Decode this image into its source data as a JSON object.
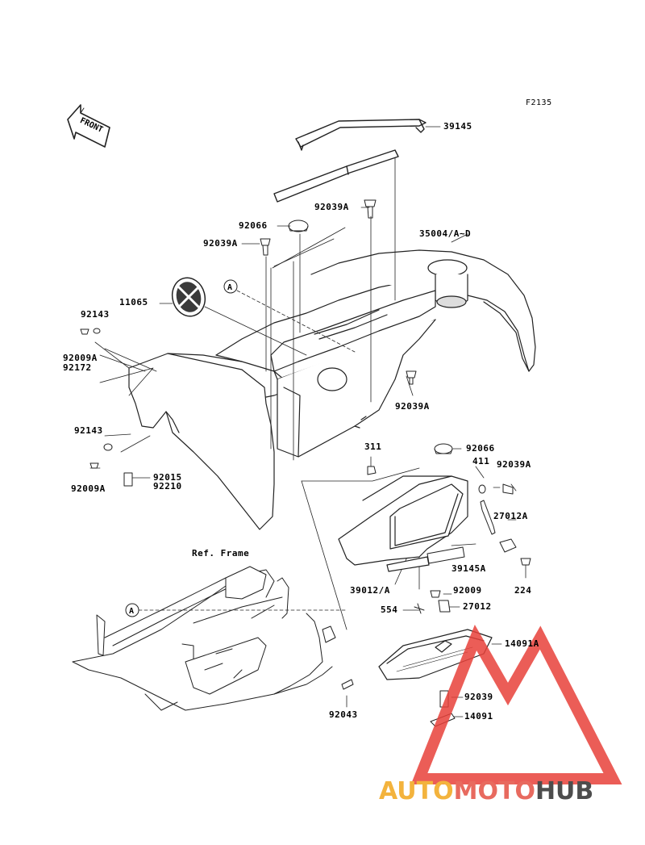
{
  "figure_code": "F2135",
  "front_label": "FRONT",
  "ref_label": "Ref. Frame",
  "callout_letter": "A",
  "callouts": {
    "p39145": "39145",
    "p92039A_1": "92039A",
    "p92066_1": "92066",
    "p35004": "35004/A~D",
    "p92039A_2": "92039A",
    "p11065": "11065",
    "p92143_1": "92143",
    "p92009A_1": "92009A",
    "p92172": "92172",
    "p92039A_3": "92039A",
    "p92143_2": "92143",
    "p92009A_2": "92009A",
    "p92015": "92015",
    "p92210": "92210",
    "p311": "311",
    "p92066_2": "92066",
    "p411": "411",
    "p92039A_4": "92039A",
    "p27012A": "27012A",
    "p39145A": "39145A",
    "p224": "224",
    "p39012": "39012/A",
    "p92009": "92009",
    "p554": "554",
    "p27012": "27012",
    "p14091A": "14091A",
    "p92039": "92039",
    "p14091": "14091",
    "p92043": "92043"
  },
  "watermark": {
    "part1": "AUTO",
    "part2": "MOTO",
    "part3": "HUB"
  },
  "colors": {
    "line": "#222222",
    "watermark_triangle": "#e8413a",
    "watermark_yellow": "#f3b33d",
    "watermark_red": "#e86a5f",
    "watermark_gray": "#4d4d4d"
  }
}
